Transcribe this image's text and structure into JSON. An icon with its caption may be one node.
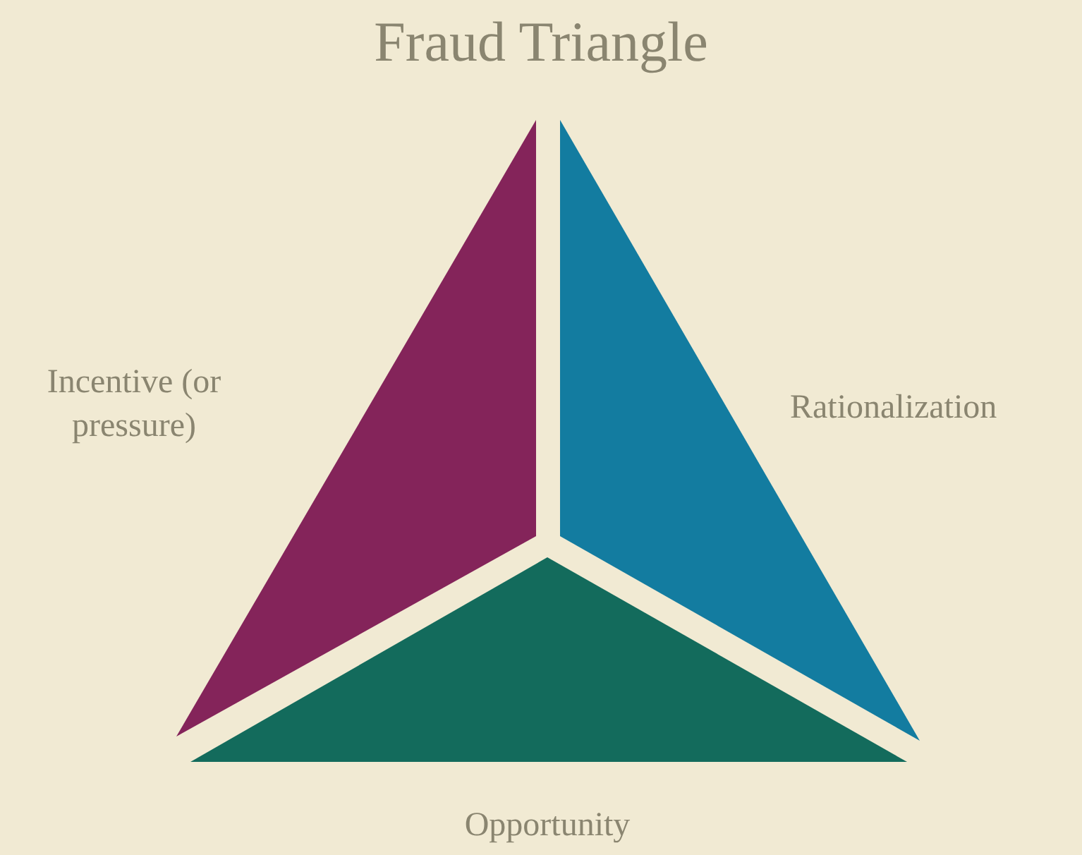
{
  "diagram": {
    "title": "Fraud Triangle",
    "labels": [
      "Incentive (or pressure)",
      "Rationalization",
      "Opportunity"
    ]
  }
}
